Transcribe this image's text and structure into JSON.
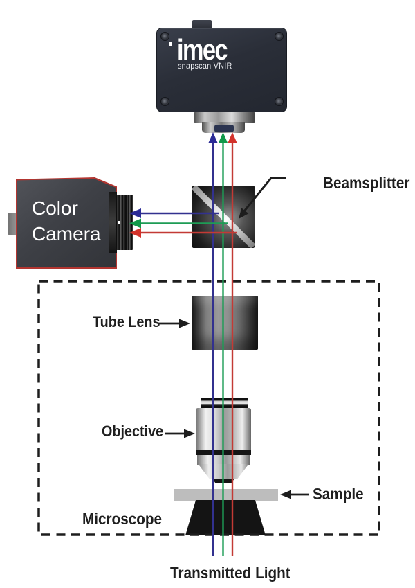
{
  "snapscan_camera": {
    "brand_logo": "imec",
    "model_label": "snapscan VNIR"
  },
  "color_camera": {
    "label_line1": "Color",
    "label_line2": "Camera"
  },
  "labels": {
    "beamsplitter": "Beamsplitter",
    "tube_lens": "Tube Lens",
    "objective": "Objective",
    "sample": "Sample",
    "microscope": "Microscope",
    "transmitted_light": "Transmitted Light"
  },
  "ray_colors": {
    "blue": "#32318f",
    "green": "#1d9c55",
    "red": "#c33a35"
  },
  "accent_colors": {
    "camera_outline_red": "#b23530",
    "leader_line_black": "#1d1d1d"
  }
}
